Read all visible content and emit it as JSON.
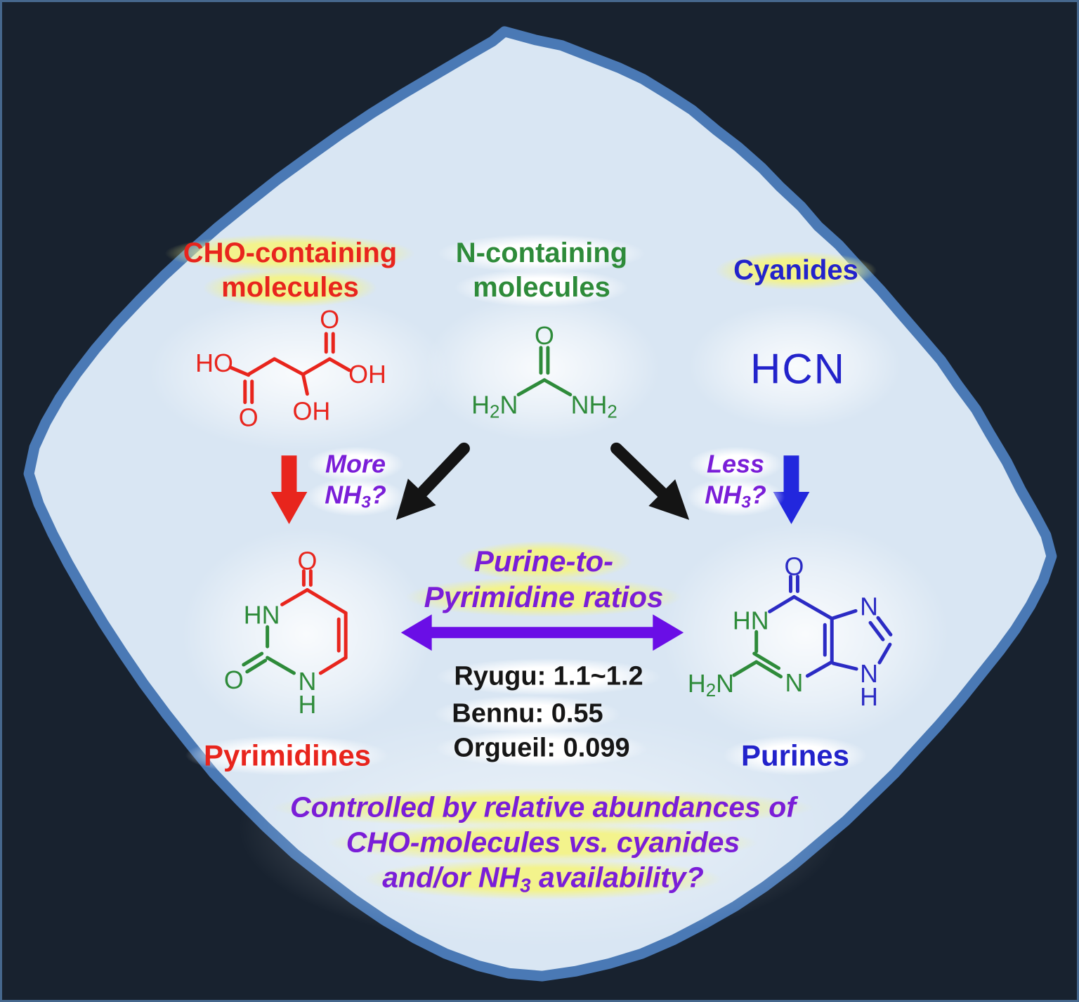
{
  "colors": {
    "background": "#18222F",
    "asteroid_fill": "#D9E6F3",
    "asteroid_border": "#4A79B5",
    "red": "#E8251D",
    "green": "#2E8B3A",
    "blue": "#2323CB",
    "purple_text": "#7A1ED8",
    "violet_arrow": "#6A0EE6",
    "black": "#141414",
    "yellow_highlight": "#F3F38C"
  },
  "headers": {
    "cho": {
      "line1": "CHO-containing",
      "line2": "molecules"
    },
    "n_containing": {
      "line1": "N-containing",
      "line2": "molecules"
    },
    "cyanides": "Cyanides"
  },
  "molecules": {
    "malic_acid": {
      "ho": "HO",
      "o_left": "O",
      "oh_mid": "OH",
      "o_top": "O",
      "oh_right": "OH"
    },
    "urea": {
      "o": "O",
      "h2n": {
        "h": "H",
        "sub": "2",
        "n": "N"
      },
      "nh2": {
        "n": "N",
        "h": "H",
        "sub": "2"
      }
    },
    "hcn": "HCN",
    "uracil": {
      "o_top": "O",
      "hn": "HN",
      "o_left": "O",
      "n": "N",
      "h": "H"
    },
    "guanine": {
      "o": "O",
      "hn": "HN",
      "h2n": {
        "h": "H",
        "sub": "2",
        "n": "N"
      },
      "n3": "N",
      "n7": "N",
      "n9": "N",
      "h9": "H"
    }
  },
  "annotations": {
    "more_nh3": {
      "word": "More",
      "formula": "NH",
      "sub": "3",
      "suffix": "?"
    },
    "less_nh3": {
      "word": "Less",
      "formula": "NH",
      "sub": "3",
      "suffix": "?"
    },
    "ratio_title": {
      "line1": "Purine-to-",
      "line2": "Pyrimidine ratios"
    },
    "ratios": [
      "Ryugu: 1.1~1.2",
      "Bennu: 0.55",
      "Orgueil: 0.099"
    ]
  },
  "products": {
    "pyrimidines": "Pyrimidines",
    "purines": "Purines"
  },
  "caption": {
    "line1": "Controlled by relative abundances of",
    "line2": "CHO-molecules vs. cyanides",
    "line3_pre": "and/or NH",
    "line3_sub": "3",
    "line3_post": " availability?"
  }
}
